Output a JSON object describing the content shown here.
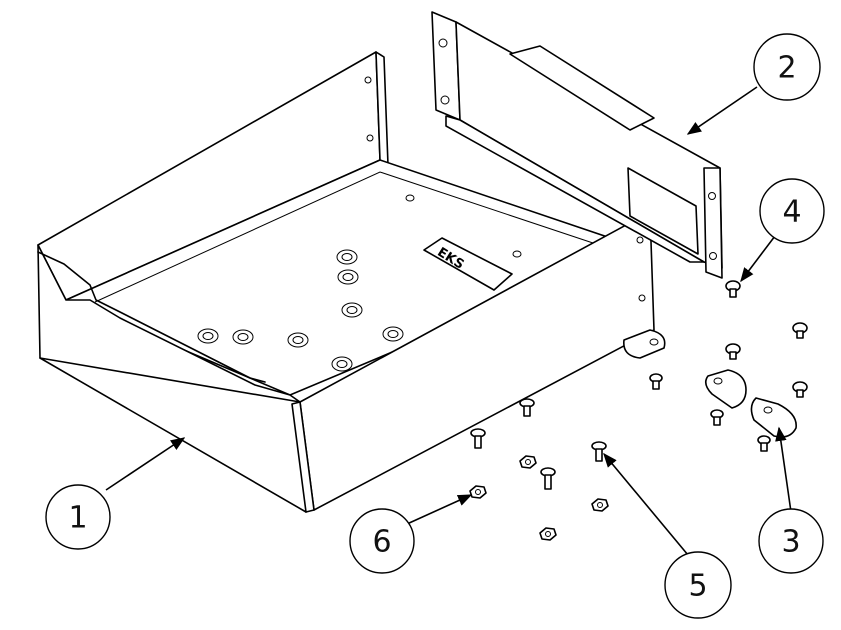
{
  "balloons": [
    {
      "id": "1",
      "label": "1"
    },
    {
      "id": "2",
      "label": "2"
    },
    {
      "id": "3",
      "label": "3"
    },
    {
      "id": "4",
      "label": "4"
    },
    {
      "id": "5",
      "label": "5"
    },
    {
      "id": "6",
      "label": "6"
    }
  ],
  "plate_logo": "EKS"
}
